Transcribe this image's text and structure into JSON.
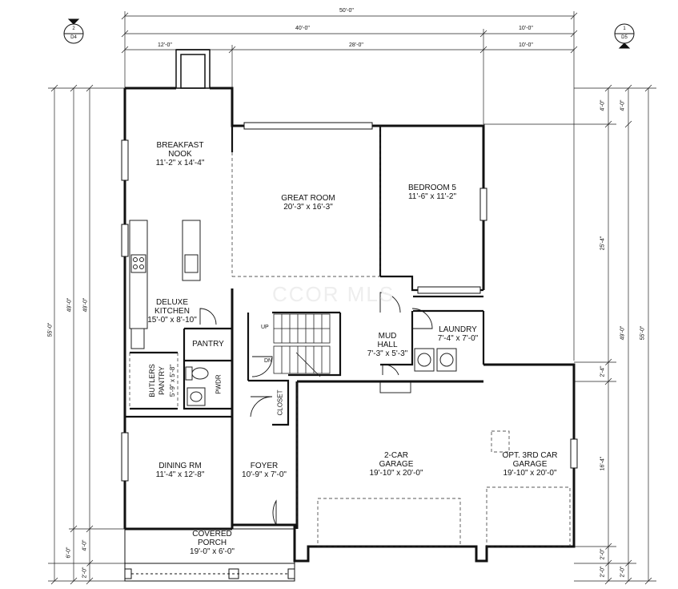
{
  "dimensions": {
    "top_overall": "50'-0\"",
    "top_left_span": "40'-0\"",
    "top_right_span": "10'-0\"",
    "top_nook": "12'-0\"",
    "top_mid": "28'-0\"",
    "top_right_inner": "10'-0\"",
    "left_overall": "55'-0\"",
    "left_inner": "49'-0\"",
    "left_porch": "4'-0\"",
    "left_porch_total": "6'-0\"",
    "left_step": "2'-0\"",
    "right_top_a": "4'-0\"",
    "right_top_b": "4'-0\"",
    "right_mid": "25'-4\"",
    "right_inner": "49'-0\"",
    "right_overall": "55'-0\"",
    "right_small": "2'-4\"",
    "right_garage": "16'-4\"",
    "right_bottom_a": "2'-0\"",
    "right_bottom_b": "2'-0\"",
    "right_bottom_c": "2'-0\""
  },
  "section_marks": {
    "left": {
      "top": "2",
      "bottom": "D4"
    },
    "right": {
      "top": "1",
      "bottom": "D5"
    }
  },
  "rooms": {
    "breakfast_nook": {
      "name_1": "BREAKFAST",
      "name_2": "NOOK",
      "size": "11'-2\" x 14'-4\""
    },
    "great_room": {
      "name": "GREAT ROOM",
      "size": "20'-3\" x 16'-3\""
    },
    "bedroom5": {
      "name": "BEDROOM 5",
      "size": "11'-6\" x 11'-2\""
    },
    "kitchen": {
      "name_1": "DELUXE",
      "name_2": "KITCHEN",
      "size": "15'-0\" x 8'-10\""
    },
    "pantry": {
      "name": "PANTRY"
    },
    "butlers_pantry": {
      "name_1": "BUTLERS",
      "name_2": "PANTRY",
      "size": "5'-9\" x 5'-8\""
    },
    "pwdr": {
      "name": "PWDR"
    },
    "closet": {
      "name": "CLOSET"
    },
    "mud_hall": {
      "name_1": "MUD",
      "name_2": "HALL",
      "size": "7'-3\" x 5'-3\""
    },
    "laundry": {
      "name": "LAUNDRY",
      "size": "7'-4\" x 7'-0\""
    },
    "garage2": {
      "name_1": "2-CAR",
      "name_2": "GARAGE",
      "size": "19'-10\" x 20'-0\""
    },
    "garage3": {
      "name_1": "OPT. 3RD CAR",
      "name_2": "GARAGE",
      "size": "19'-10\" x 20'-0\""
    },
    "dining": {
      "name": "DINING RM",
      "size": "11'-4\" x 12'-8\""
    },
    "foyer": {
      "name": "FOYER",
      "size": "10'-9\" x 7'-0\""
    },
    "porch": {
      "name_1": "COVERED",
      "name_2": "PORCH",
      "size": "19'-0\" x 6'-0\""
    }
  },
  "stair": {
    "up": "UP",
    "down": "DN"
  },
  "watermark": "CCOR MLS"
}
